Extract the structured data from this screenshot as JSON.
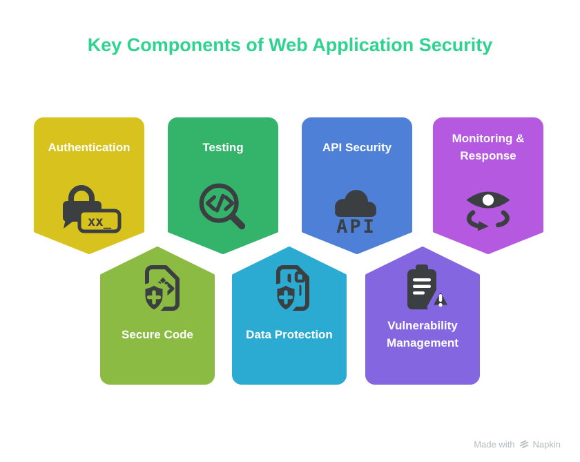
{
  "title": {
    "text": "Key Components of Web Application Security",
    "color": "#2fd390"
  },
  "icon_ink": "#3c3f42",
  "cards": {
    "top": [
      {
        "label": "Authentication",
        "color": "#d8c31e",
        "icon": "lock-password-icon",
        "icon_text": "xx_"
      },
      {
        "label": "Testing",
        "color": "#34b46a",
        "icon": "code-search-icon"
      },
      {
        "label": "API Security",
        "color": "#4d80d6",
        "icon": "cloud-api-icon",
        "icon_text": "API"
      },
      {
        "label": "Monitoring & Response",
        "color": "#b55ae0",
        "icon": "eye-monitoring-icon"
      }
    ],
    "bottom": [
      {
        "label": "Secure Code",
        "color": "#8cbb43",
        "icon": "shield-code-icon"
      },
      {
        "label": "Data Protection",
        "color": "#2babd2",
        "icon": "shield-data-icon"
      },
      {
        "label": "Vulnerability Management",
        "color": "#8366e0",
        "icon": "clipboard-warning-icon"
      }
    ]
  },
  "watermark": {
    "prefix": "Made with",
    "brand": "Napkin"
  }
}
